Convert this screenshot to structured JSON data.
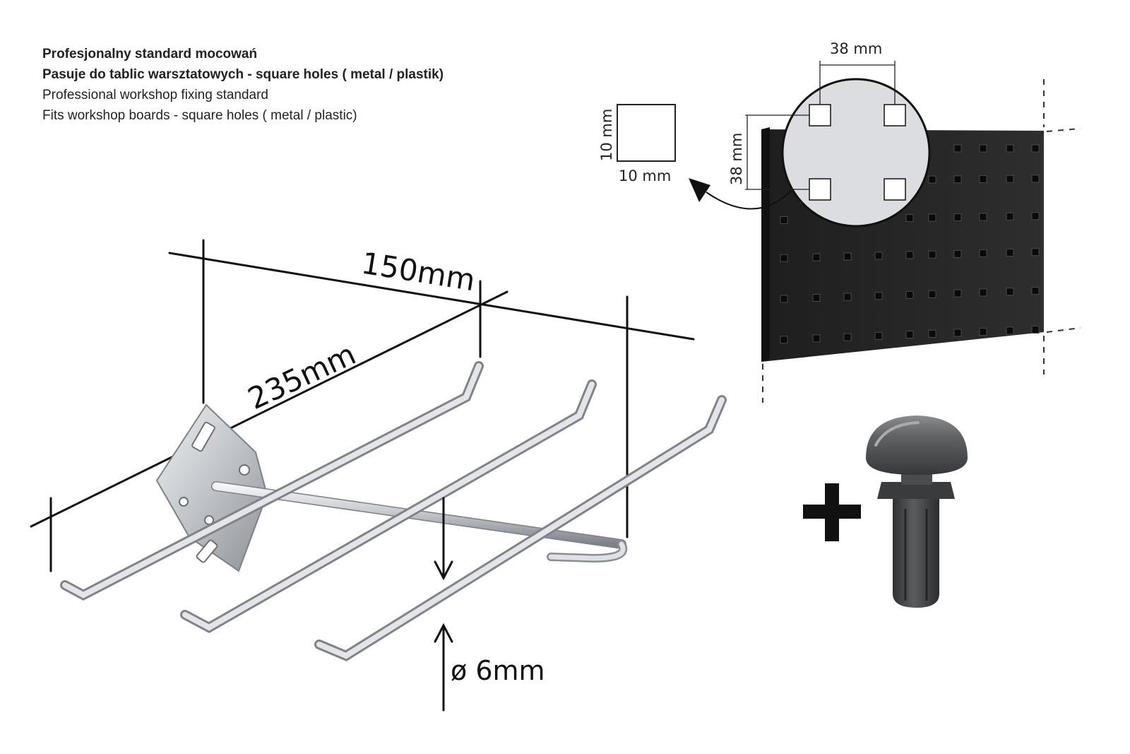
{
  "header": {
    "line1": "Profesjonalny standard mocowań",
    "line2": "Pasuje do tablic warsztatowych - square holes ( metal / plastik)",
    "line3": "Professional workshop fixing standard",
    "line4": "Fits workshop  boards - square holes ( metal / plastic)"
  },
  "hook": {
    "width_label": "150mm",
    "depth_label": "235mm",
    "diameter_label": "ø 6mm"
  },
  "board": {
    "hole_spacing_h": "38 mm",
    "hole_spacing_v": "38 mm",
    "hole_width": "10 mm",
    "hole_height": "10 mm"
  },
  "icons": {
    "plus": "plus-icon",
    "plug": "plastic-plug-icon"
  },
  "colors": {
    "board": "#262626",
    "plug": "#3d3e3f",
    "metal": "#c9ccd0",
    "zoom_circle": "#dcdde1"
  }
}
